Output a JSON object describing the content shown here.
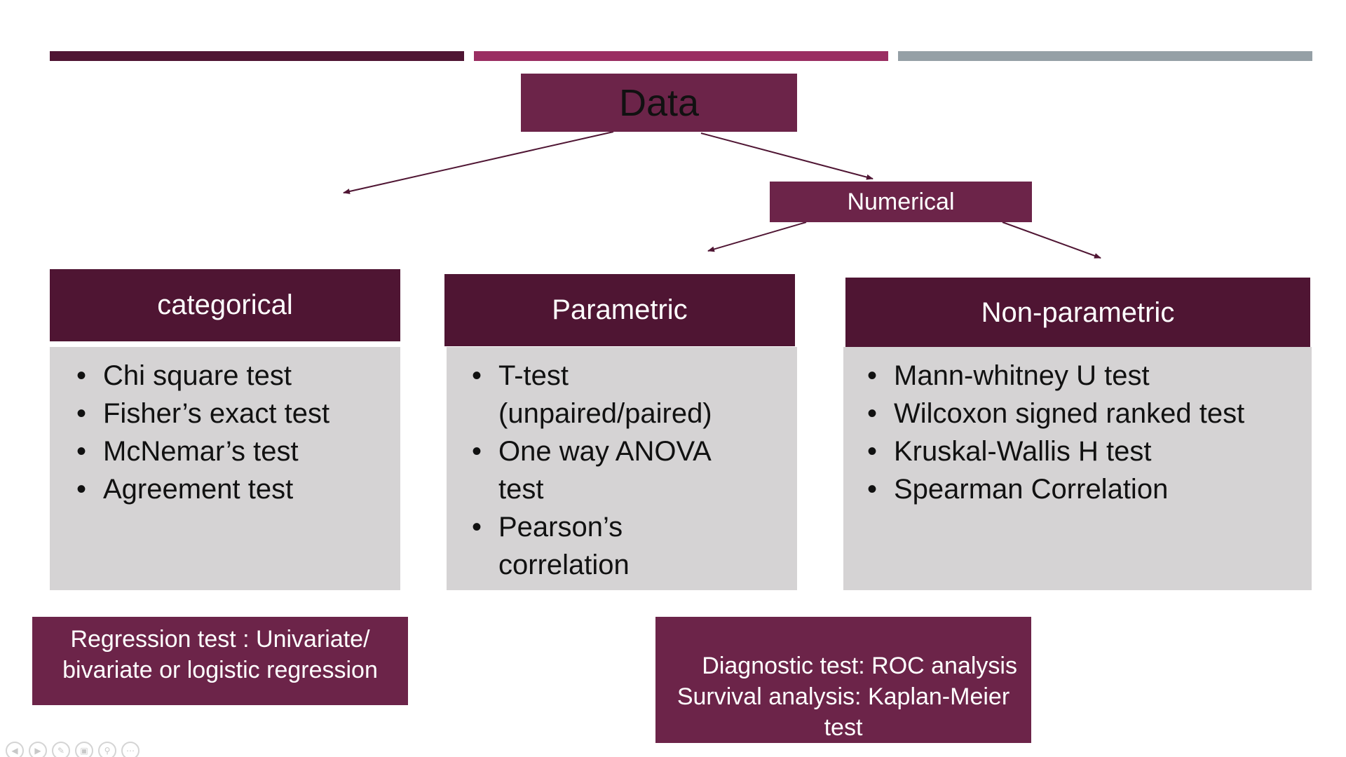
{
  "colors": {
    "dark_plum": "#4f1533",
    "mid_plum": "#6c2449",
    "magenta": "#9a2e62",
    "grey_bar": "#95a0a6",
    "list_bg": "#d5d3d4"
  },
  "diagram": {
    "root": {
      "label": "Data"
    },
    "numerical": {
      "label": "Numerical"
    },
    "categories": [
      {
        "header": "categorical",
        "items": [
          "Chi square test",
          "Fisher’s exact test",
          "McNemar’s test",
          "Agreement test"
        ]
      },
      {
        "header": "Parametric",
        "items": [
          "T-test (unpaired/paired)",
          "One way ANOVA test",
          "Pearson’s correlation"
        ]
      },
      {
        "header": "Non-parametric",
        "items": [
          "Mann-whitney U test",
          "Wilcoxon signed ranked test",
          "Kruskal-Wallis H test",
          "Spearman Correlation"
        ]
      }
    ],
    "footer": {
      "regression": "Regression test : Univariate/ bivariate or logistic regression",
      "diagnostic": [
        "Diagnostic test: ROC analysis",
        "Survival analysis: Kaplan-Meier test"
      ]
    }
  },
  "toolbar": {
    "icons": [
      "prev-icon",
      "next-icon",
      "pen-icon",
      "slides-icon",
      "zoom-icon",
      "more-icon"
    ]
  }
}
